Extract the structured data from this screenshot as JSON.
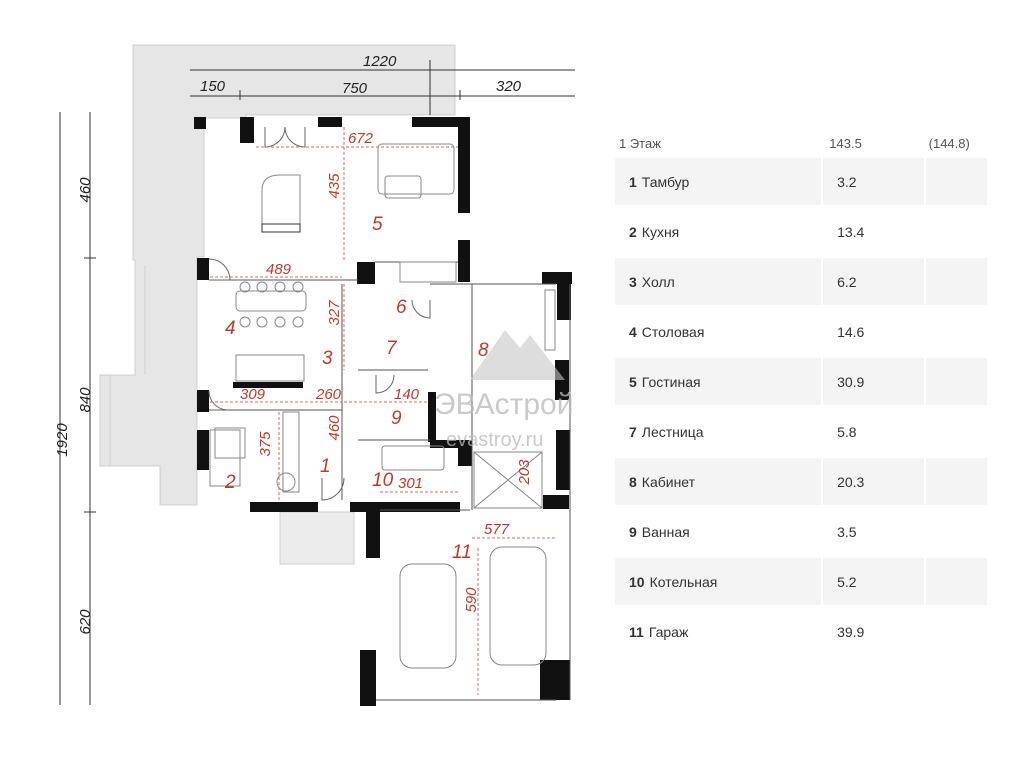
{
  "plan": {
    "dimensions": {
      "overall_width": "1220",
      "seg_left": "150",
      "seg_mid": "750",
      "seg_right": "320",
      "overall_height": "1920",
      "h_top": "460",
      "h_mid": "840",
      "h_bottom": "620"
    },
    "inner_dims": [
      "672",
      "435",
      "489",
      "327",
      "309",
      "260",
      "140",
      "460",
      "375",
      "301",
      "203",
      "577",
      "590"
    ],
    "room_numbers": [
      "1",
      "2",
      "3",
      "4",
      "5",
      "6",
      "7",
      "8",
      "9",
      "10",
      "11"
    ],
    "watermark": {
      "line1": "ЭВАстрой",
      "line2": "evastroy.ru"
    }
  },
  "table": {
    "header": {
      "floor": "1 Этаж",
      "total": "143.5",
      "total_alt": "(144.8)"
    },
    "rooms": [
      {
        "num": "1",
        "name": "Тамбур",
        "area": "3.2"
      },
      {
        "num": "2",
        "name": "Кухня",
        "area": "13.4"
      },
      {
        "num": "3",
        "name": "Холл",
        "area": "6.2"
      },
      {
        "num": "4",
        "name": "Столовая",
        "area": "14.6"
      },
      {
        "num": "5",
        "name": "Гостиная",
        "area": "30.9"
      },
      {
        "num": "7",
        "name": "Лестница",
        "area": "5.8"
      },
      {
        "num": "8",
        "name": "Кабинет",
        "area": "20.3"
      },
      {
        "num": "9",
        "name": "Ванная",
        "area": "3.5"
      },
      {
        "num": "10",
        "name": "Котельная",
        "area": "5.2"
      },
      {
        "num": "11",
        "name": "Гараж",
        "area": "39.9"
      }
    ]
  }
}
